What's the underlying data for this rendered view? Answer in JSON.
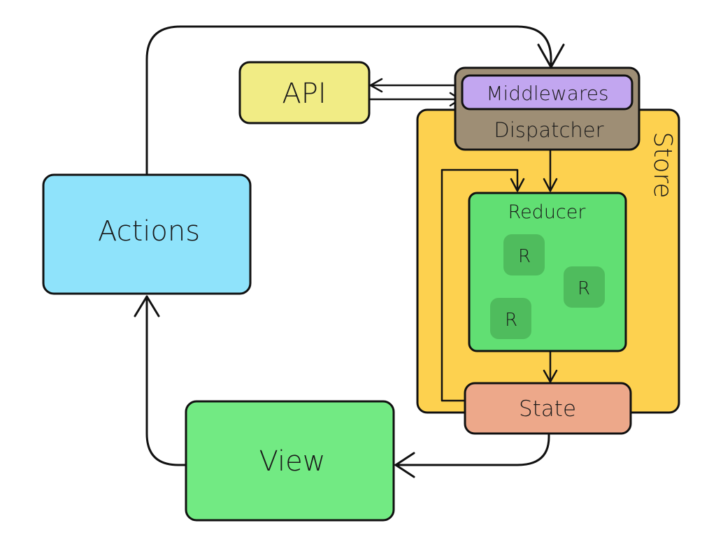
{
  "title": "Redux data flow",
  "nodes": {
    "actions": {
      "label": "Actions",
      "color": "#8fe3fb"
    },
    "api": {
      "label": "API",
      "color": "#f1ec85"
    },
    "middlewares": {
      "label": "Middlewares",
      "color": "#c2a6f0"
    },
    "dispatcher": {
      "label": "Dispatcher",
      "color": "#9e8e75"
    },
    "store": {
      "label": "Store",
      "color": "#fdd14f"
    },
    "reducer": {
      "label": "Reducer",
      "color": "#61df73"
    },
    "reducer_items": [
      {
        "label": "R",
        "color": "#4fbc5d"
      },
      {
        "label": "R",
        "color": "#4fbc5d"
      },
      {
        "label": "R",
        "color": "#4fbc5d"
      }
    ],
    "state": {
      "label": "State",
      "color": "#eda88a"
    },
    "view": {
      "label": "View",
      "color": "#72ea83"
    }
  },
  "edges": [
    {
      "from": "Actions",
      "to": "Middlewares"
    },
    {
      "from": "Middlewares",
      "to": "API"
    },
    {
      "from": "API",
      "to": "Middlewares"
    },
    {
      "from": "Dispatcher",
      "to": "Reducer"
    },
    {
      "from": "State",
      "to": "Reducer"
    },
    {
      "from": "Reducer",
      "to": "State"
    },
    {
      "from": "State",
      "to": "View"
    },
    {
      "from": "View",
      "to": "Actions"
    }
  ]
}
